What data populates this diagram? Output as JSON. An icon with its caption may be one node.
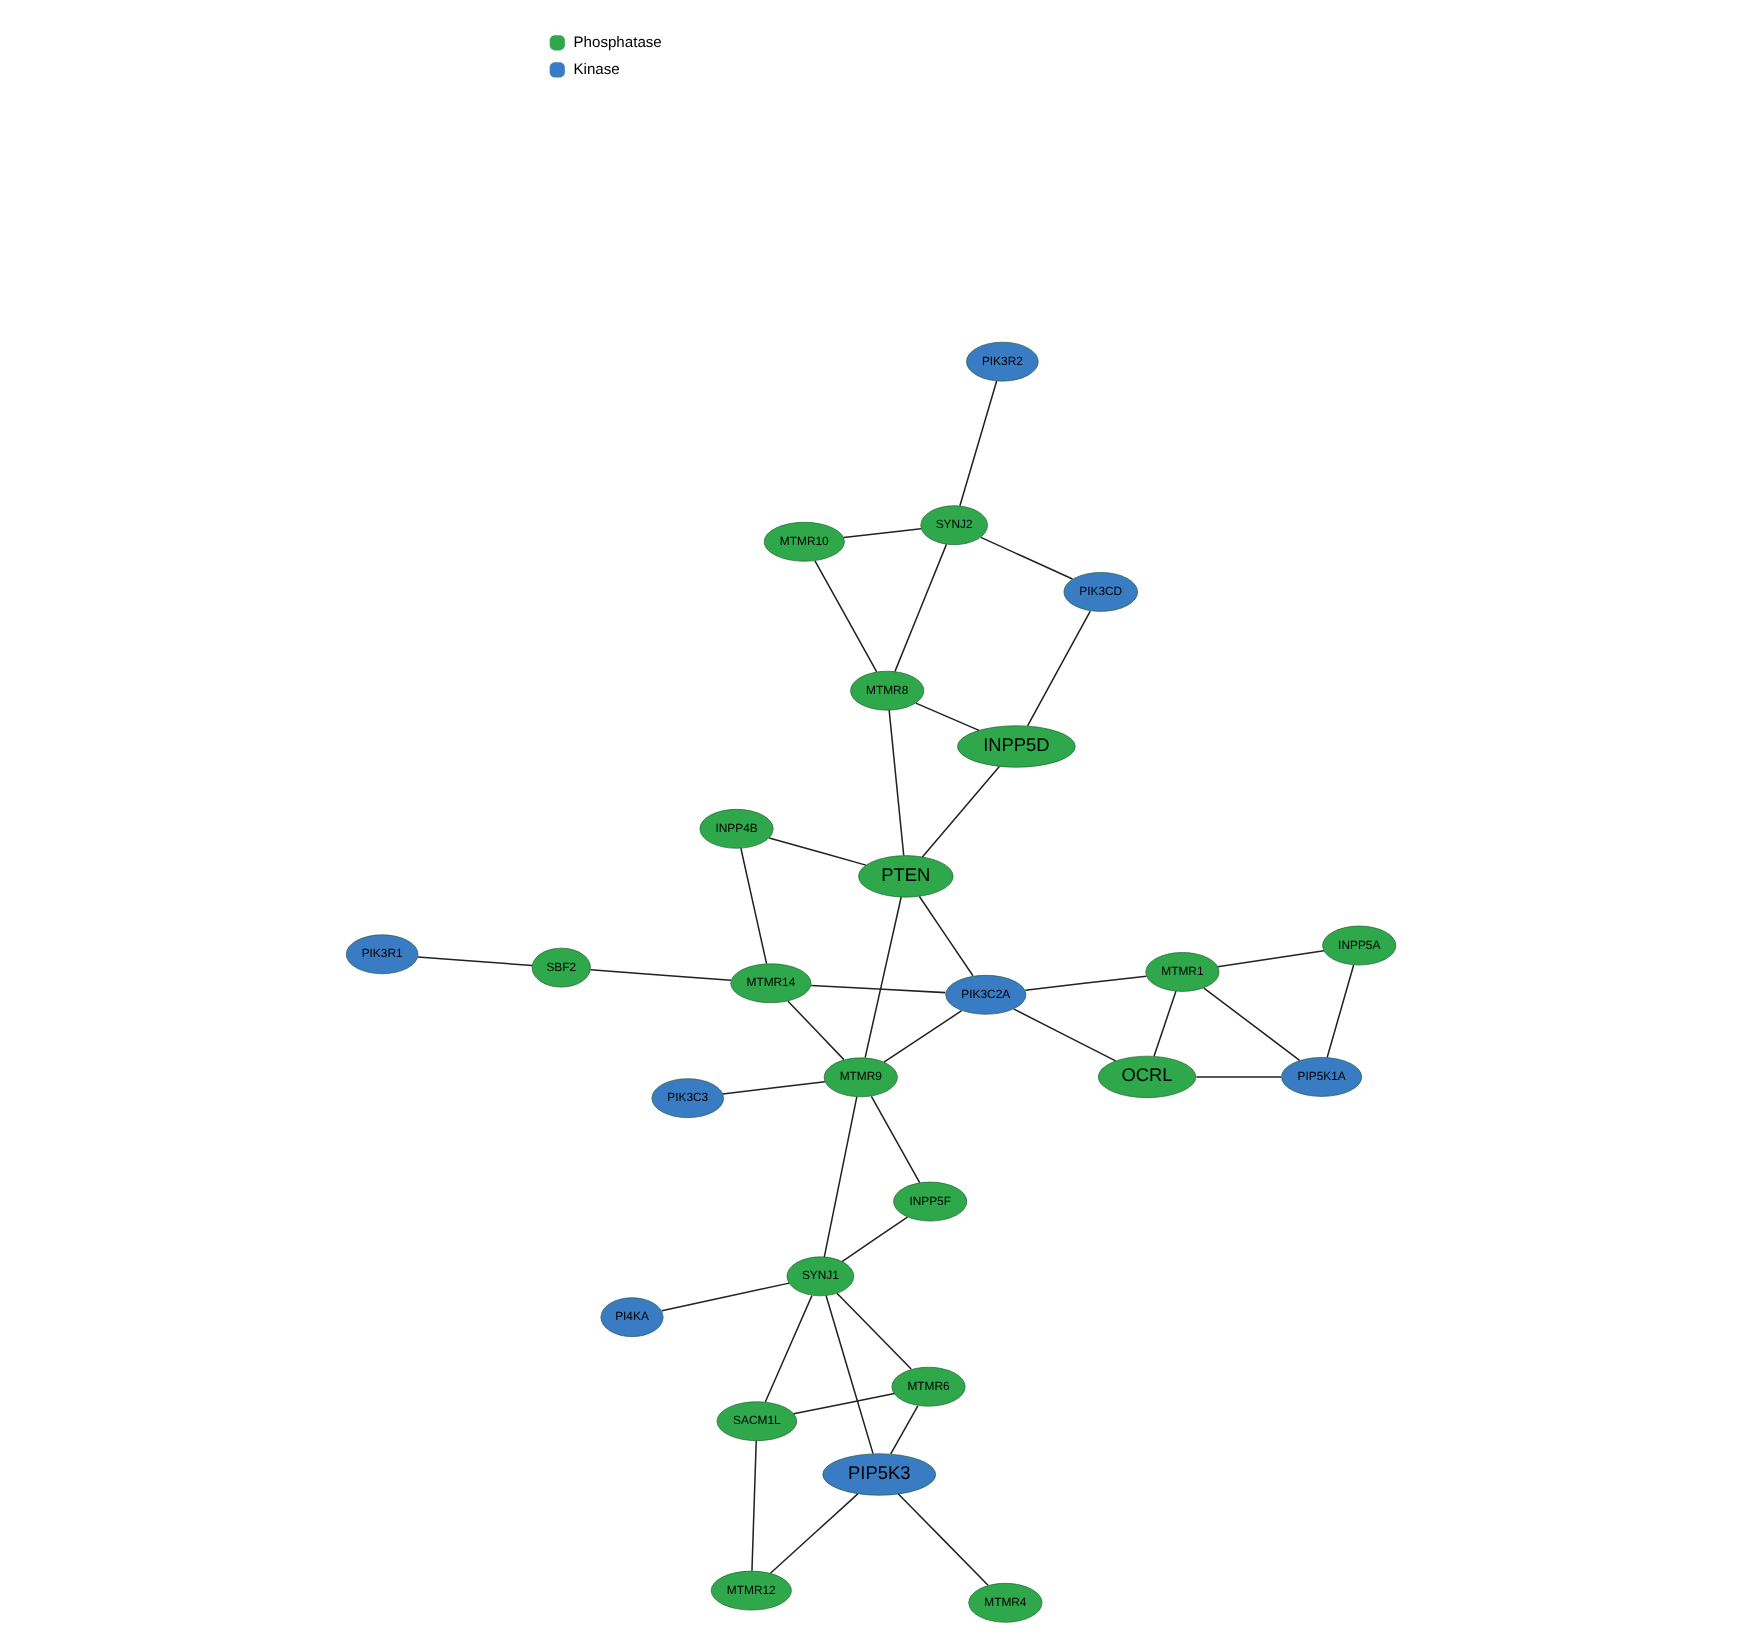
{
  "diagram": {
    "nodes": [
      {
        "text": [
          "PIK3C3"
        ]
      },
      {
        "text": [
          "PIP5K1A"
        ]
      },
      {
        "text": [
          "MTMR12"
        ]
      },
      {
        "text": [
          "SACM1L"
        ]
      },
      {
        "text": [
          "OCRL"
        ]
      },
      {
        "text": [
          "INPP5A"
        ]
      },
      {
        "text": [
          "PI4KA"
        ]
      },
      {
        "text": [
          "MTMR6"
        ]
      },
      {
        "text": [
          "PIP5K3"
        ]
      },
      {
        "text": [
          "INPP5F"
        ]
      },
      {
        "text": [
          "SYNJ1"
        ]
      },
      {
        "text": [
          "MTMR1"
        ]
      },
      {
        "text": [
          "MTMR4"
        ]
      },
      {
        "text": [
          "PIK3C2A"
        ]
      },
      {
        "text": [
          "MTMR9"
        ]
      },
      {
        "text": [
          "SBF2"
        ]
      },
      {
        "text": [
          "MTMR14"
        ]
      },
      {
        "text": [
          "PIK3R1"
        ]
      },
      {
        "text": [
          "INPP4B"
        ]
      },
      {
        "text": [
          "PTEN"
        ]
      },
      {
        "text": [
          "INPP5D"
        ]
      },
      {
        "text": [
          "MTMR8"
        ]
      },
      {
        "text": [
          "MTMR10"
        ]
      },
      {
        "text": [
          "PIK3CD"
        ]
      },
      {
        "text": [
          "SYNJ2"
        ]
      },
      {
        "text": [
          "PIK3R2"
        ]
      }
    ],
    "edges": [
      {
        "from": 2,
        "to": 3,
        "arrow": "none"
      },
      {
        "from": 2,
        "to": 8,
        "arrow": "none"
      },
      {
        "from": 3,
        "to": 7,
        "arrow": "none"
      },
      {
        "from": 3,
        "to": 10,
        "arrow": "none"
      },
      {
        "from": 6,
        "to": 10,
        "arrow": "none"
      },
      {
        "from": 7,
        "to": 8,
        "arrow": "none"
      },
      {
        "from": 7,
        "to": 10,
        "arrow": "none"
      },
      {
        "from": 8,
        "to": 10,
        "arrow": "none"
      },
      {
        "from": 8,
        "to": 12,
        "arrow": "none"
      },
      {
        "from": 10,
        "to": 9,
        "arrow": "none"
      },
      {
        "from": 10,
        "to": 14,
        "arrow": "none"
      },
      {
        "from": 9,
        "to": 14,
        "arrow": "none"
      },
      {
        "from": 0,
        "to": 14,
        "arrow": "none"
      },
      {
        "from": 1,
        "to": 4,
        "arrow": "none"
      },
      {
        "from": 1,
        "to": 11,
        "arrow": "none"
      },
      {
        "from": 1,
        "to": 5,
        "arrow": "none"
      },
      {
        "from": 4,
        "to": 11,
        "arrow": "none"
      },
      {
        "from": 5,
        "to": 11,
        "arrow": "none"
      },
      {
        "from": 4,
        "to": 13,
        "arrow": "none"
      },
      {
        "from": 11,
        "to": 13,
        "arrow": "none"
      },
      {
        "from": 13,
        "to": 14,
        "arrow": "none"
      },
      {
        "from": 13,
        "to": 16,
        "arrow": "none"
      },
      {
        "from": 13,
        "to": 19,
        "arrow": "none"
      },
      {
        "from": 14,
        "to": 16,
        "arrow": "none"
      },
      {
        "from": 14,
        "to": 19,
        "arrow": "none"
      },
      {
        "from": 16,
        "to": 15,
        "arrow": "none"
      },
      {
        "from": 15,
        "to": 17,
        "arrow": "none"
      },
      {
        "from": 16,
        "to": 18,
        "arrow": "none"
      },
      {
        "from": 18,
        "to": 19,
        "arrow": "none"
      },
      {
        "from": 19,
        "to": 20,
        "arrow": "none"
      },
      {
        "from": 19,
        "to": 21,
        "arrow": "none"
      },
      {
        "from": 20,
        "to": 21,
        "arrow": "none"
      },
      {
        "from": 20,
        "to": 23,
        "arrow": "none"
      },
      {
        "from": 21,
        "to": 22,
        "arrow": "none"
      },
      {
        "from": 21,
        "to": 24,
        "arrow": "none"
      },
      {
        "from": 22,
        "to": 24,
        "arrow": "none"
      },
      {
        "from": 23,
        "to": 24,
        "arrow": "none"
      },
      {
        "from": 24,
        "to": 25,
        "arrow": "none"
      }
    ],
    "legend": [
      {
        "text": "Phosphatase",
        "color": "#2ea84a"
      },
      {
        "text": "Kinase",
        "color": "#3a7cc4"
      }
    ]
  }
}
